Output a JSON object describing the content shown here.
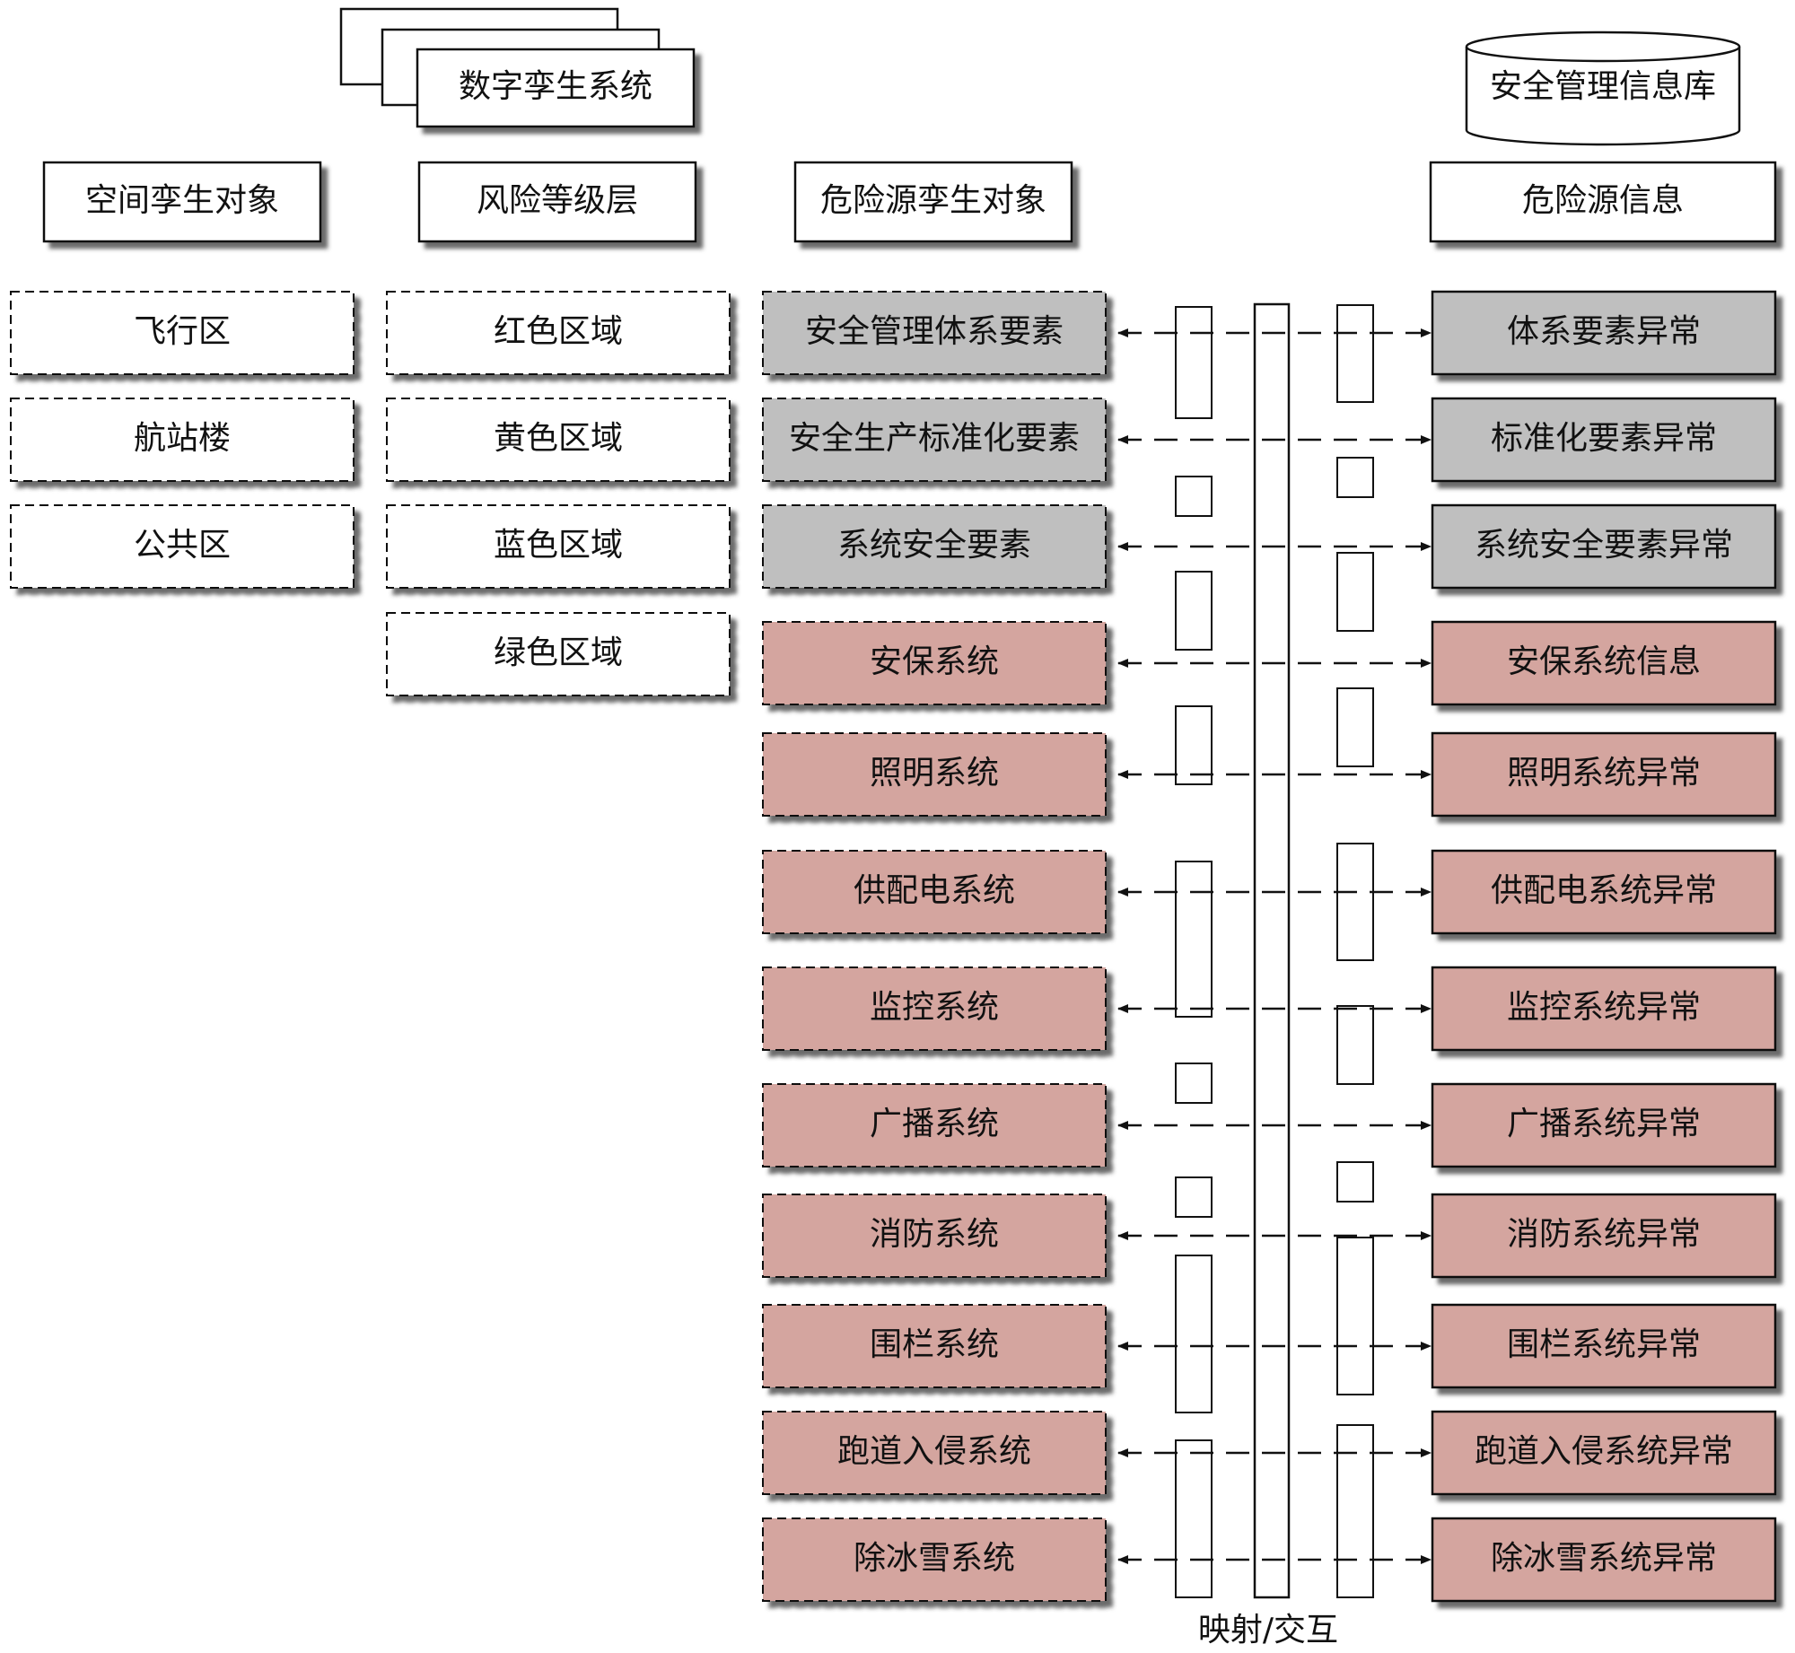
{
  "system": {
    "title": "数字孪生系统"
  },
  "database": {
    "title": "安全管理信息库"
  },
  "columns": {
    "spatial": {
      "header": "空间孪生对象",
      "items": [
        "飞行区",
        "航站楼",
        "公共区"
      ]
    },
    "risk": {
      "header": "风险等级层",
      "items": [
        "红色区域",
        "黄色区域",
        "蓝色区域",
        "绿色区域"
      ]
    },
    "hazard": {
      "header": "危险源孪生对象",
      "items": [
        "安全管理体系要素",
        "安全生产标准化要素",
        "系统安全要素",
        "安保系统",
        "照明系统",
        "供配电系统",
        "监控系统",
        "广播系统",
        "消防系统",
        "围栏系统",
        "跑道入侵系统",
        "除冰雪系统"
      ]
    },
    "info": {
      "header": "危险源信息",
      "items": [
        "体系要素异常",
        "标准化要素异常",
        "系统安全要素异常",
        "安保系统信息",
        "照明系统异常",
        "供配电系统异常",
        "监控系统异常",
        "广播系统异常",
        "消防系统异常",
        "围栏系统异常",
        "跑道入侵系统异常",
        "除冰雪系统异常"
      ]
    }
  },
  "mapping": {
    "label": "映射/交互"
  },
  "colors": {
    "gray_fill": "#bfbfbf",
    "pink_fill": "#d4a59f",
    "stroke": "#111111",
    "shadow": "#4a4a4a"
  }
}
